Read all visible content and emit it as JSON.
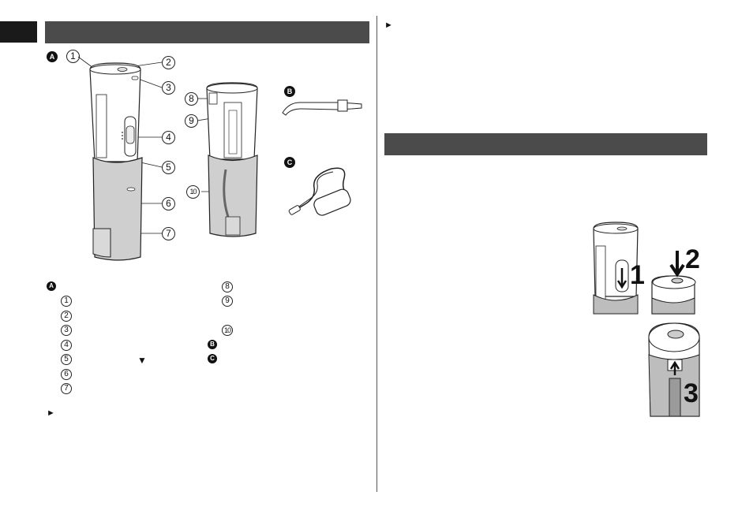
{
  "figure_a": {
    "badge": "A",
    "callouts": [
      "1",
      "2",
      "3",
      "4",
      "5",
      "6",
      "7",
      "8",
      "9",
      "10"
    ]
  },
  "figure_b": {
    "badge": "B"
  },
  "figure_c": {
    "badge": "C"
  },
  "legend": {
    "badge_a": "A",
    "left_numbers": [
      "1",
      "2",
      "3",
      "4",
      "5",
      "6",
      "7"
    ],
    "right_numbers": [
      "8",
      "9",
      "10"
    ],
    "badge_b": "B",
    "badge_c": "C"
  },
  "step_numbers": [
    "1",
    "2",
    "3"
  ]
}
